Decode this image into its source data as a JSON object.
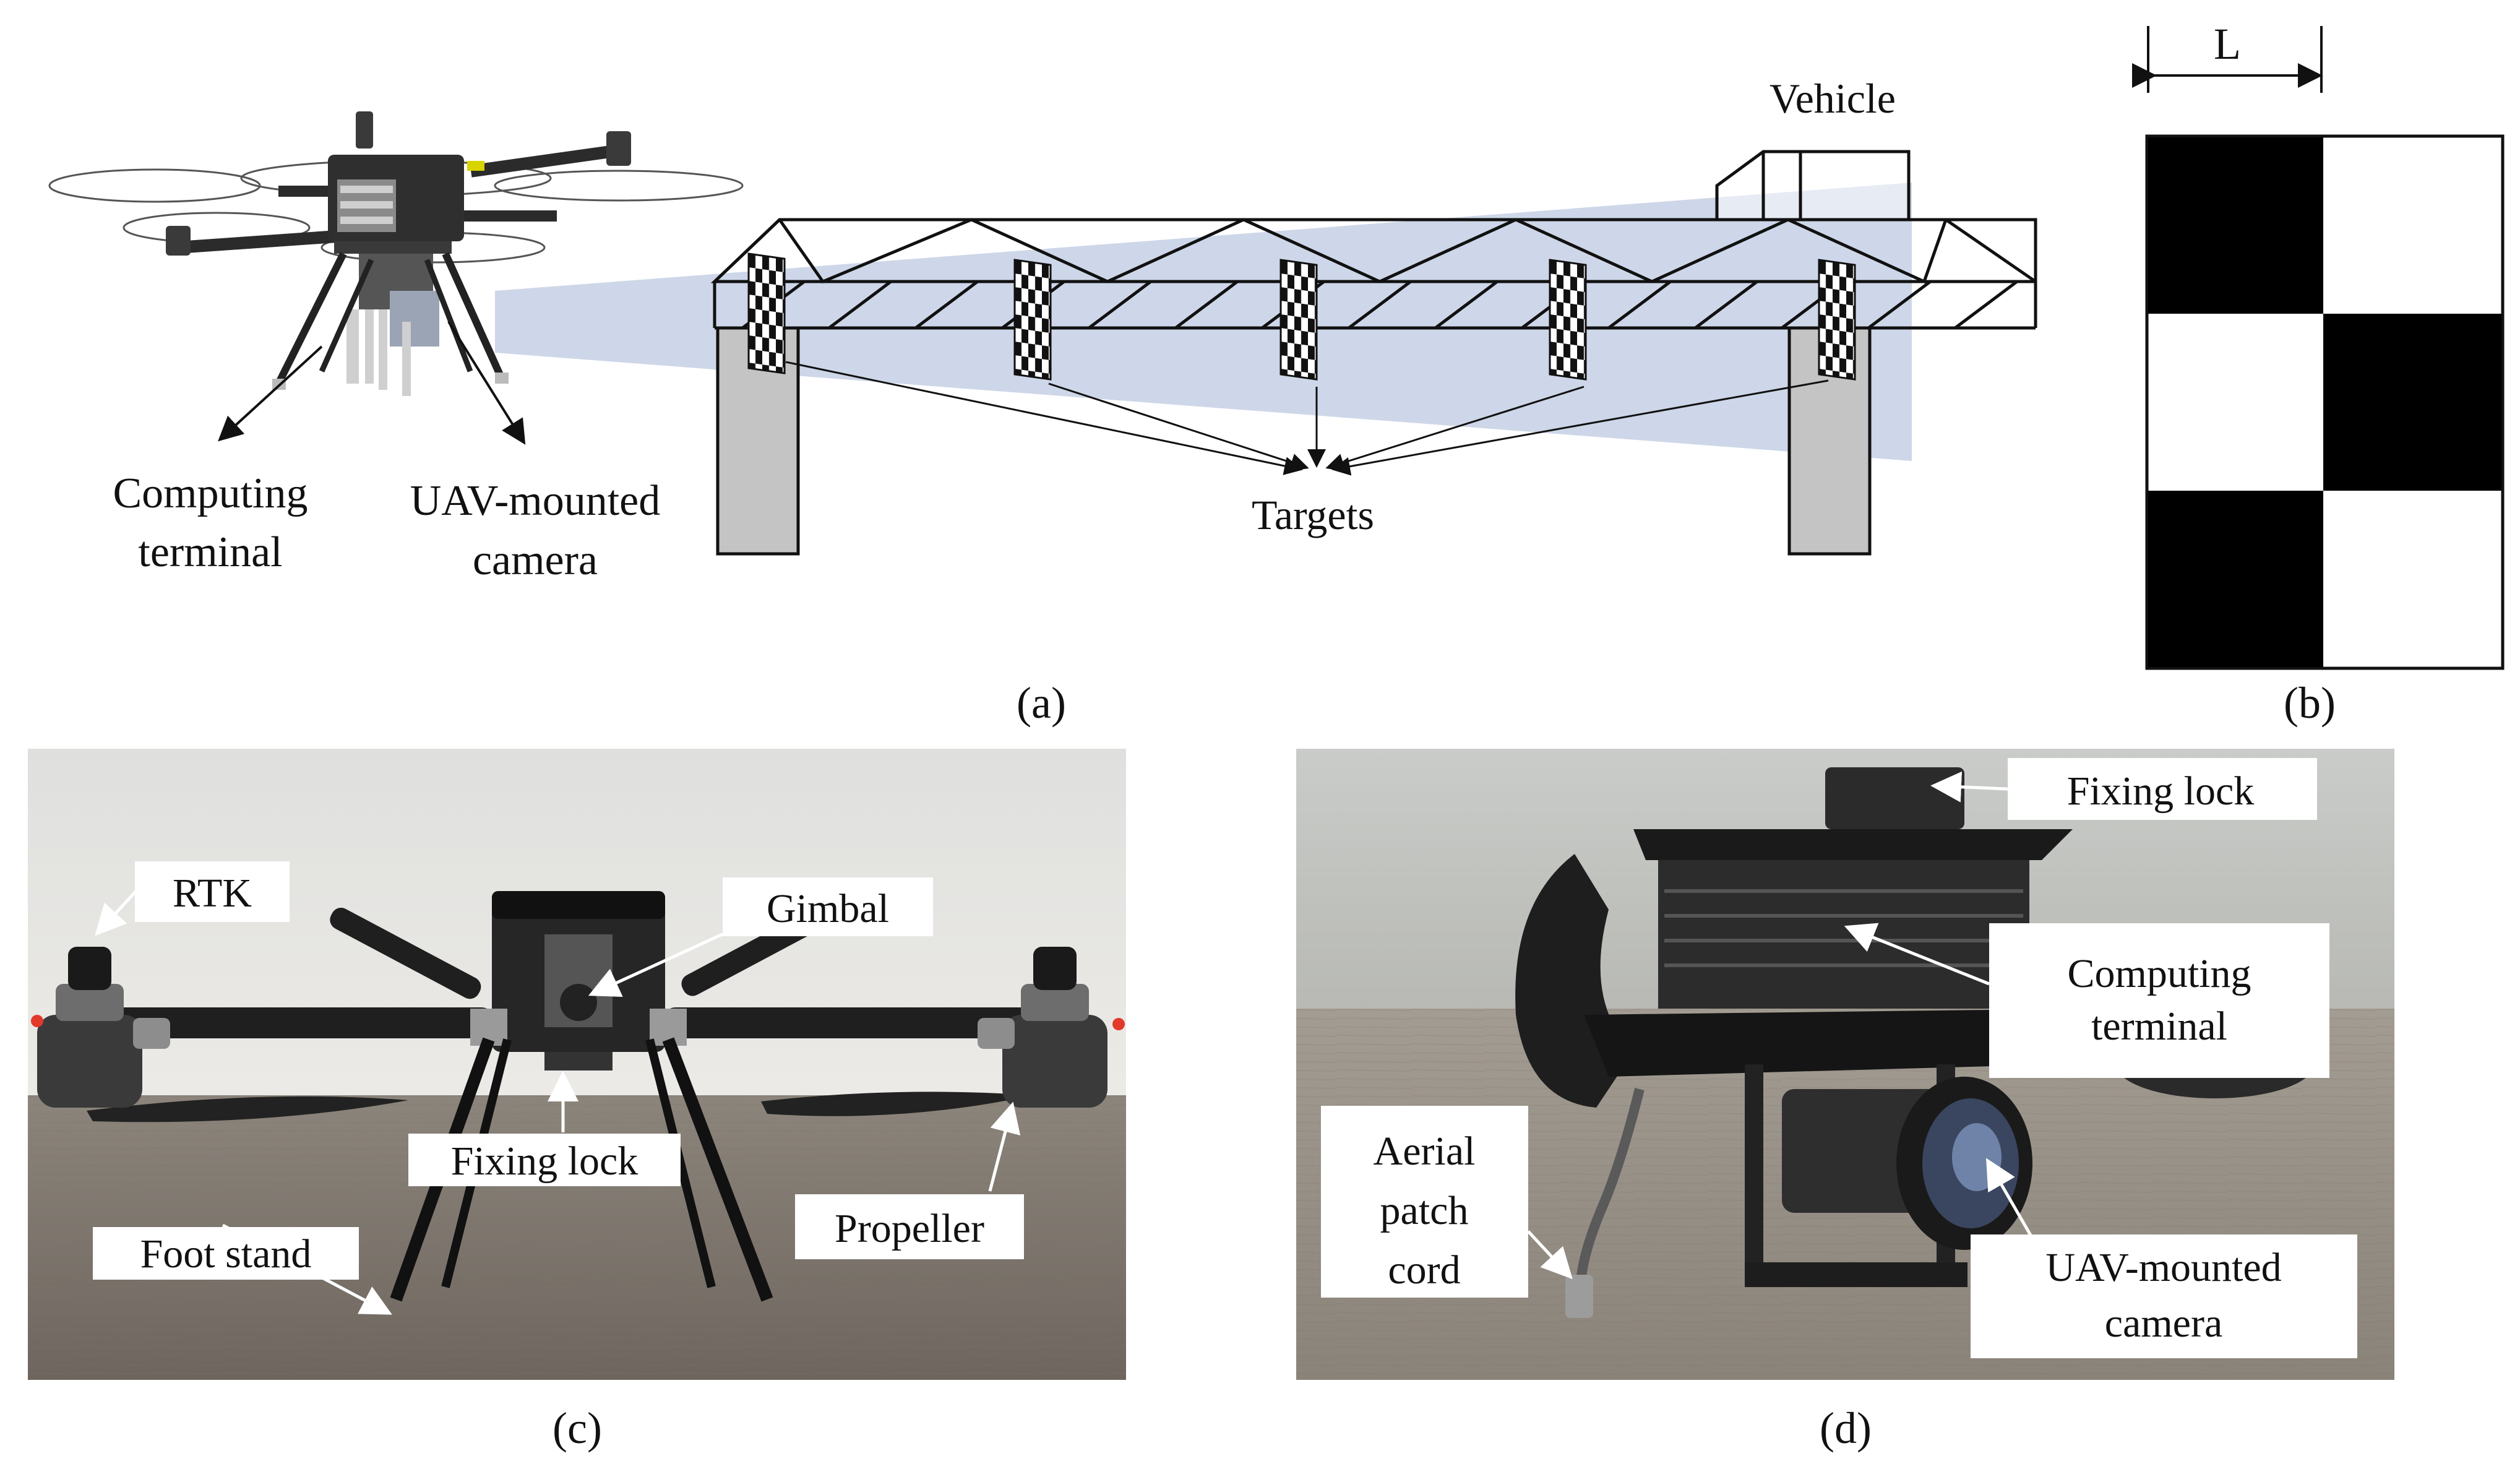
{
  "panel_a": {
    "caption": "(a)",
    "labels": {
      "computing_terminal_line1": "Computing",
      "computing_terminal_line2": "terminal",
      "uav_camera_line1": "UAV-mounted",
      "uav_camera_line2": "camera",
      "vehicle": "Vehicle",
      "targets": "Targets"
    }
  },
  "panel_b": {
    "caption": "(b)",
    "dimension_label": "L"
  },
  "panel_c": {
    "caption": "(c)",
    "labels": {
      "rtk": "RTK",
      "gimbal": "Gimbal",
      "fixing_lock": "Fixing lock",
      "foot_stand": "Foot stand",
      "propeller": "Propeller"
    }
  },
  "panel_d": {
    "caption": "(d)",
    "labels": {
      "fixing_lock": "Fixing lock",
      "computing_terminal_line1": "Computing",
      "computing_terminal_line2": "terminal",
      "aerial_line1": "Aerial",
      "aerial_line2": "patch",
      "aerial_line3": "cord",
      "uav_camera_line1": "UAV-mounted",
      "uav_camera_line2": "camera"
    }
  }
}
